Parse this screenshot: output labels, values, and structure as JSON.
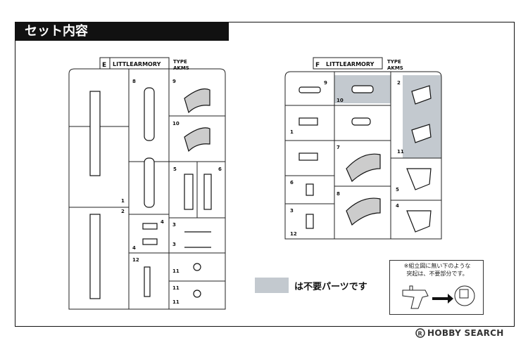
{
  "section_title": "セット内容",
  "runner_e": {
    "letter": "E",
    "brand": "LITTLEARMORY",
    "type_label": "TYPE",
    "model": "AKMS",
    "part_numbers": [
      "9",
      "10",
      "8",
      "5",
      "6",
      "1",
      "2",
      "4",
      "3",
      "12",
      "11",
      "4",
      "3",
      "11",
      "11"
    ]
  },
  "runner_f": {
    "letter": "F",
    "brand": "LITTLEARMORY",
    "type_label": "TYPE",
    "model": "AKMS",
    "part_numbers": [
      "9",
      "10",
      "2",
      "1",
      "7",
      "6",
      "3",
      "8",
      "5",
      "4",
      "12",
      "11"
    ]
  },
  "legend": {
    "label": "は不要パーツです",
    "color": "#c3c9cf"
  },
  "note": {
    "line1": "※組立図に無い下のような",
    "line2": "突起は、不要部分です。"
  },
  "watermark": {
    "text": "HOBBY SEARCH"
  }
}
